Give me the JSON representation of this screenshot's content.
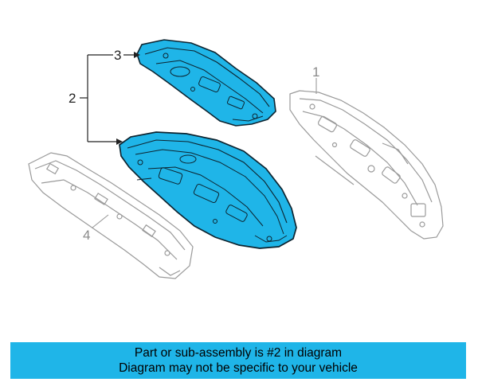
{
  "callouts": {
    "part1": "1",
    "part2": "2",
    "part3": "3",
    "part4": "4"
  },
  "highlight_color": "#1fb5e8",
  "banner": {
    "line1": "Part or sub-assembly is #2 in diagram",
    "line2": "Diagram may not be specific to your vehicle"
  }
}
